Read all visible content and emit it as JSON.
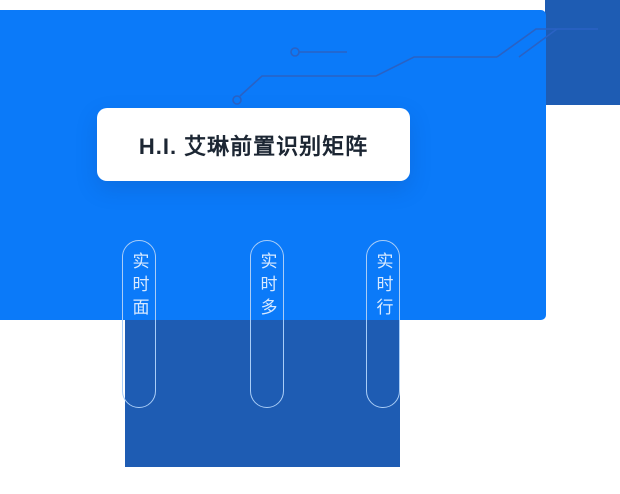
{
  "colors": {
    "primary_blue": "#0b7af9",
    "deep_blue": "#1e5cb3",
    "line_blue": "#2a62c4",
    "pill_outline": "#a9cdf7",
    "pill_text": "#d7e9ff",
    "title_text": "#1c2633"
  },
  "title_card": {
    "label": "H.I. 艾琳前置识别矩阵"
  },
  "feature_pills": [
    {
      "label": "实时面"
    },
    {
      "label": "实时多"
    },
    {
      "label": "实时行"
    }
  ]
}
